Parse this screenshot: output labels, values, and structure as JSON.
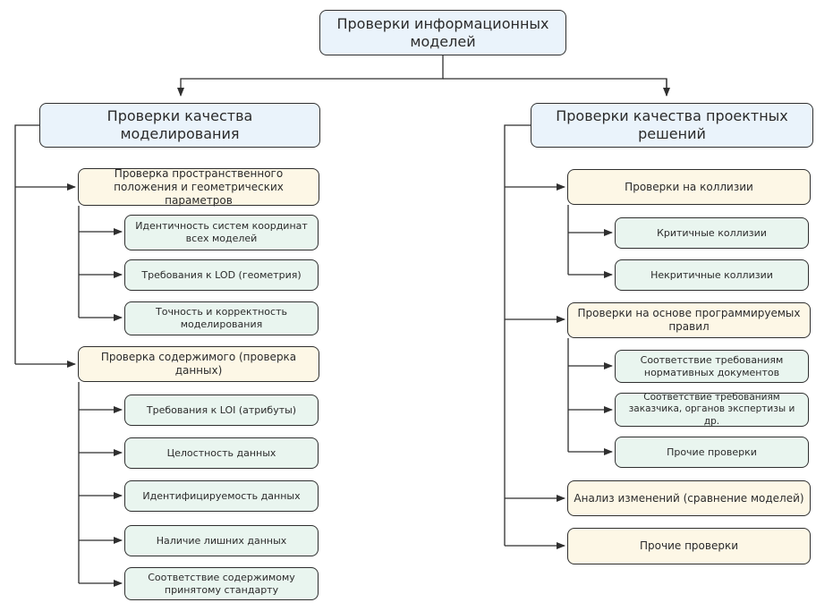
{
  "root": {
    "label": "Проверки информационных моделей"
  },
  "modeling": {
    "label": "Проверки качества моделирования",
    "spatial": {
      "label": "Проверка пространственного положения и геометрических параметров",
      "items": [
        "Идентичность систем координат всех моделей",
        "Требования к LOD (геометрия)",
        "Точность и корректность моделирования"
      ]
    },
    "content": {
      "label": "Проверка содержимого (проверка данных)",
      "items": [
        "Требования к LOI (атрибуты)",
        "Целостность данных",
        "Идентифицируемость данных",
        "Наличие лишних данных",
        "Соответствие содержимому принятому стандарту"
      ]
    }
  },
  "design": {
    "label": "Проверки качества проектных решений",
    "collisions": {
      "label": "Проверки на коллизии",
      "items": [
        "Критичные коллизии",
        "Некритичные коллизии"
      ]
    },
    "rules": {
      "label": "Проверки на основе программируемых правил",
      "items": [
        "Соответствие требованиям нормативных документов",
        "Соответствие требованиям заказчика, органов экспертизы и др.",
        "Прочие проверки"
      ]
    },
    "changes": {
      "label": "Анализ изменений (сравнение моделей)"
    },
    "other": {
      "label": "Прочие проверки"
    }
  }
}
